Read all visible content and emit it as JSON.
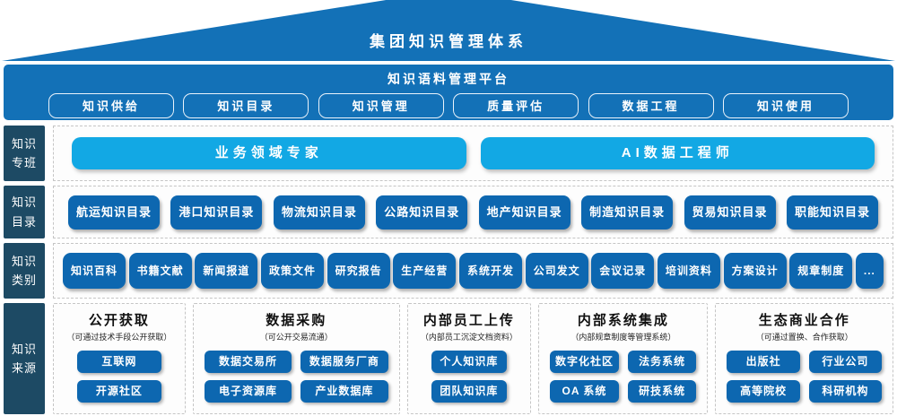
{
  "roof": {
    "title": "集团知识管理体系"
  },
  "platform": {
    "title": "知识语料管理平台",
    "buttons": [
      "知识供给",
      "知识目录",
      "知识管理",
      "质量评估",
      "数据工程",
      "知识使用"
    ]
  },
  "rows": {
    "team": {
      "label": "知识专班",
      "bars": [
        "业务领域专家",
        "AI数据工程师"
      ]
    },
    "catalog": {
      "label": "知识目录",
      "items": [
        "航运知识目录",
        "港口知识目录",
        "物流知识目录",
        "公路知识目录",
        "地产知识目录",
        "制造知识目录",
        "贸易知识目录",
        "职能知识目录"
      ]
    },
    "category": {
      "label": "知识类别",
      "items": [
        "知识百科",
        "书籍文献",
        "新闻报道",
        "政策文件",
        "研究报告",
        "生产经营",
        "系统开发",
        "公司发文",
        "会议记录",
        "培训资料",
        "方案设计",
        "规章制度",
        "..."
      ]
    },
    "source": {
      "label": "知识来源",
      "groups": [
        {
          "title": "公开获取",
          "subtitle": "（可通过技术手段公开获取）",
          "items": [
            "互联网",
            "开源社区"
          ]
        },
        {
          "title": "数据采购",
          "subtitle": "（可公开交易流通）",
          "items": [
            "数据交易所",
            "数据服务厂商",
            "电子资源库",
            "产业数据库"
          ]
        },
        {
          "title": "内部员工上传",
          "subtitle": "（内部员工沉淀文档资料）",
          "items": [
            "个人知识库",
            "团队知识库"
          ]
        },
        {
          "title": "内部系统集成",
          "subtitle": "（内部规章制度等管理系统）",
          "items": [
            "数字化社区",
            "法务系统",
            "OA 系统",
            "研技系统"
          ]
        },
        {
          "title": "生态商业合作",
          "subtitle": "（可通过置换、合作获取）",
          "items": [
            "出版社",
            "行业公司",
            "高等院校",
            "科研机构"
          ]
        }
      ]
    }
  },
  "colors": {
    "primary_blue": "#1371b7",
    "chip_blue": "#0d67b0",
    "cyan": "#12a8e4",
    "label_navy": "#1d4a64"
  }
}
